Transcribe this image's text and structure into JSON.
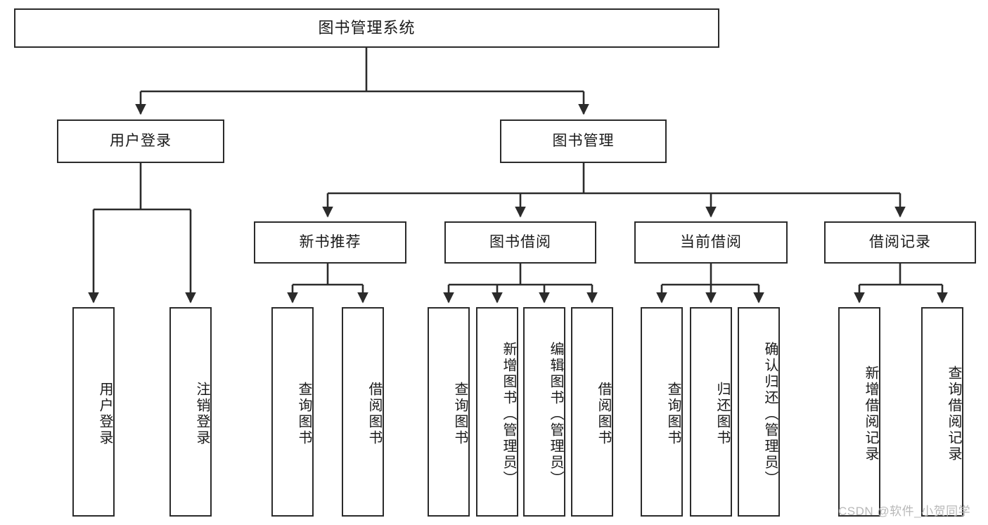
{
  "diagram": {
    "title": "图书管理系统",
    "type": "tree-hierarchy-diagram",
    "root": {
      "label": "图书管理系统"
    },
    "level2": [
      {
        "label": "用户登录"
      },
      {
        "label": "图书管理"
      }
    ],
    "level3": [
      {
        "label": "新书推荐"
      },
      {
        "label": "图书借阅"
      },
      {
        "label": "当前借阅"
      },
      {
        "label": "借阅记录"
      }
    ],
    "leaves": {
      "user_login": [
        {
          "label": "用户登录"
        },
        {
          "label": "注销登录"
        }
      ],
      "new_book_recommend": [
        {
          "label": "查询图书"
        },
        {
          "label": "借阅图书"
        }
      ],
      "book_borrow": [
        {
          "label": "查询图书"
        },
        {
          "label": "新增图书（管理员）"
        },
        {
          "label": "编辑图书（管理员）"
        },
        {
          "label": "借阅图书"
        }
      ],
      "current_borrow": [
        {
          "label": "查询图书"
        },
        {
          "label": "归还图书"
        },
        {
          "label": "确认归还（管理员）"
        }
      ],
      "borrow_record": [
        {
          "label": "新增借阅记录"
        },
        {
          "label": "查询借阅记录"
        }
      ]
    }
  },
  "watermark": {
    "text": "CSDN @软件_小贺同学"
  },
  "colors": {
    "border": "#2b2b2b",
    "background": "#ffffff",
    "text": "#1a1a1a",
    "watermark": "#b8b8b8"
  }
}
